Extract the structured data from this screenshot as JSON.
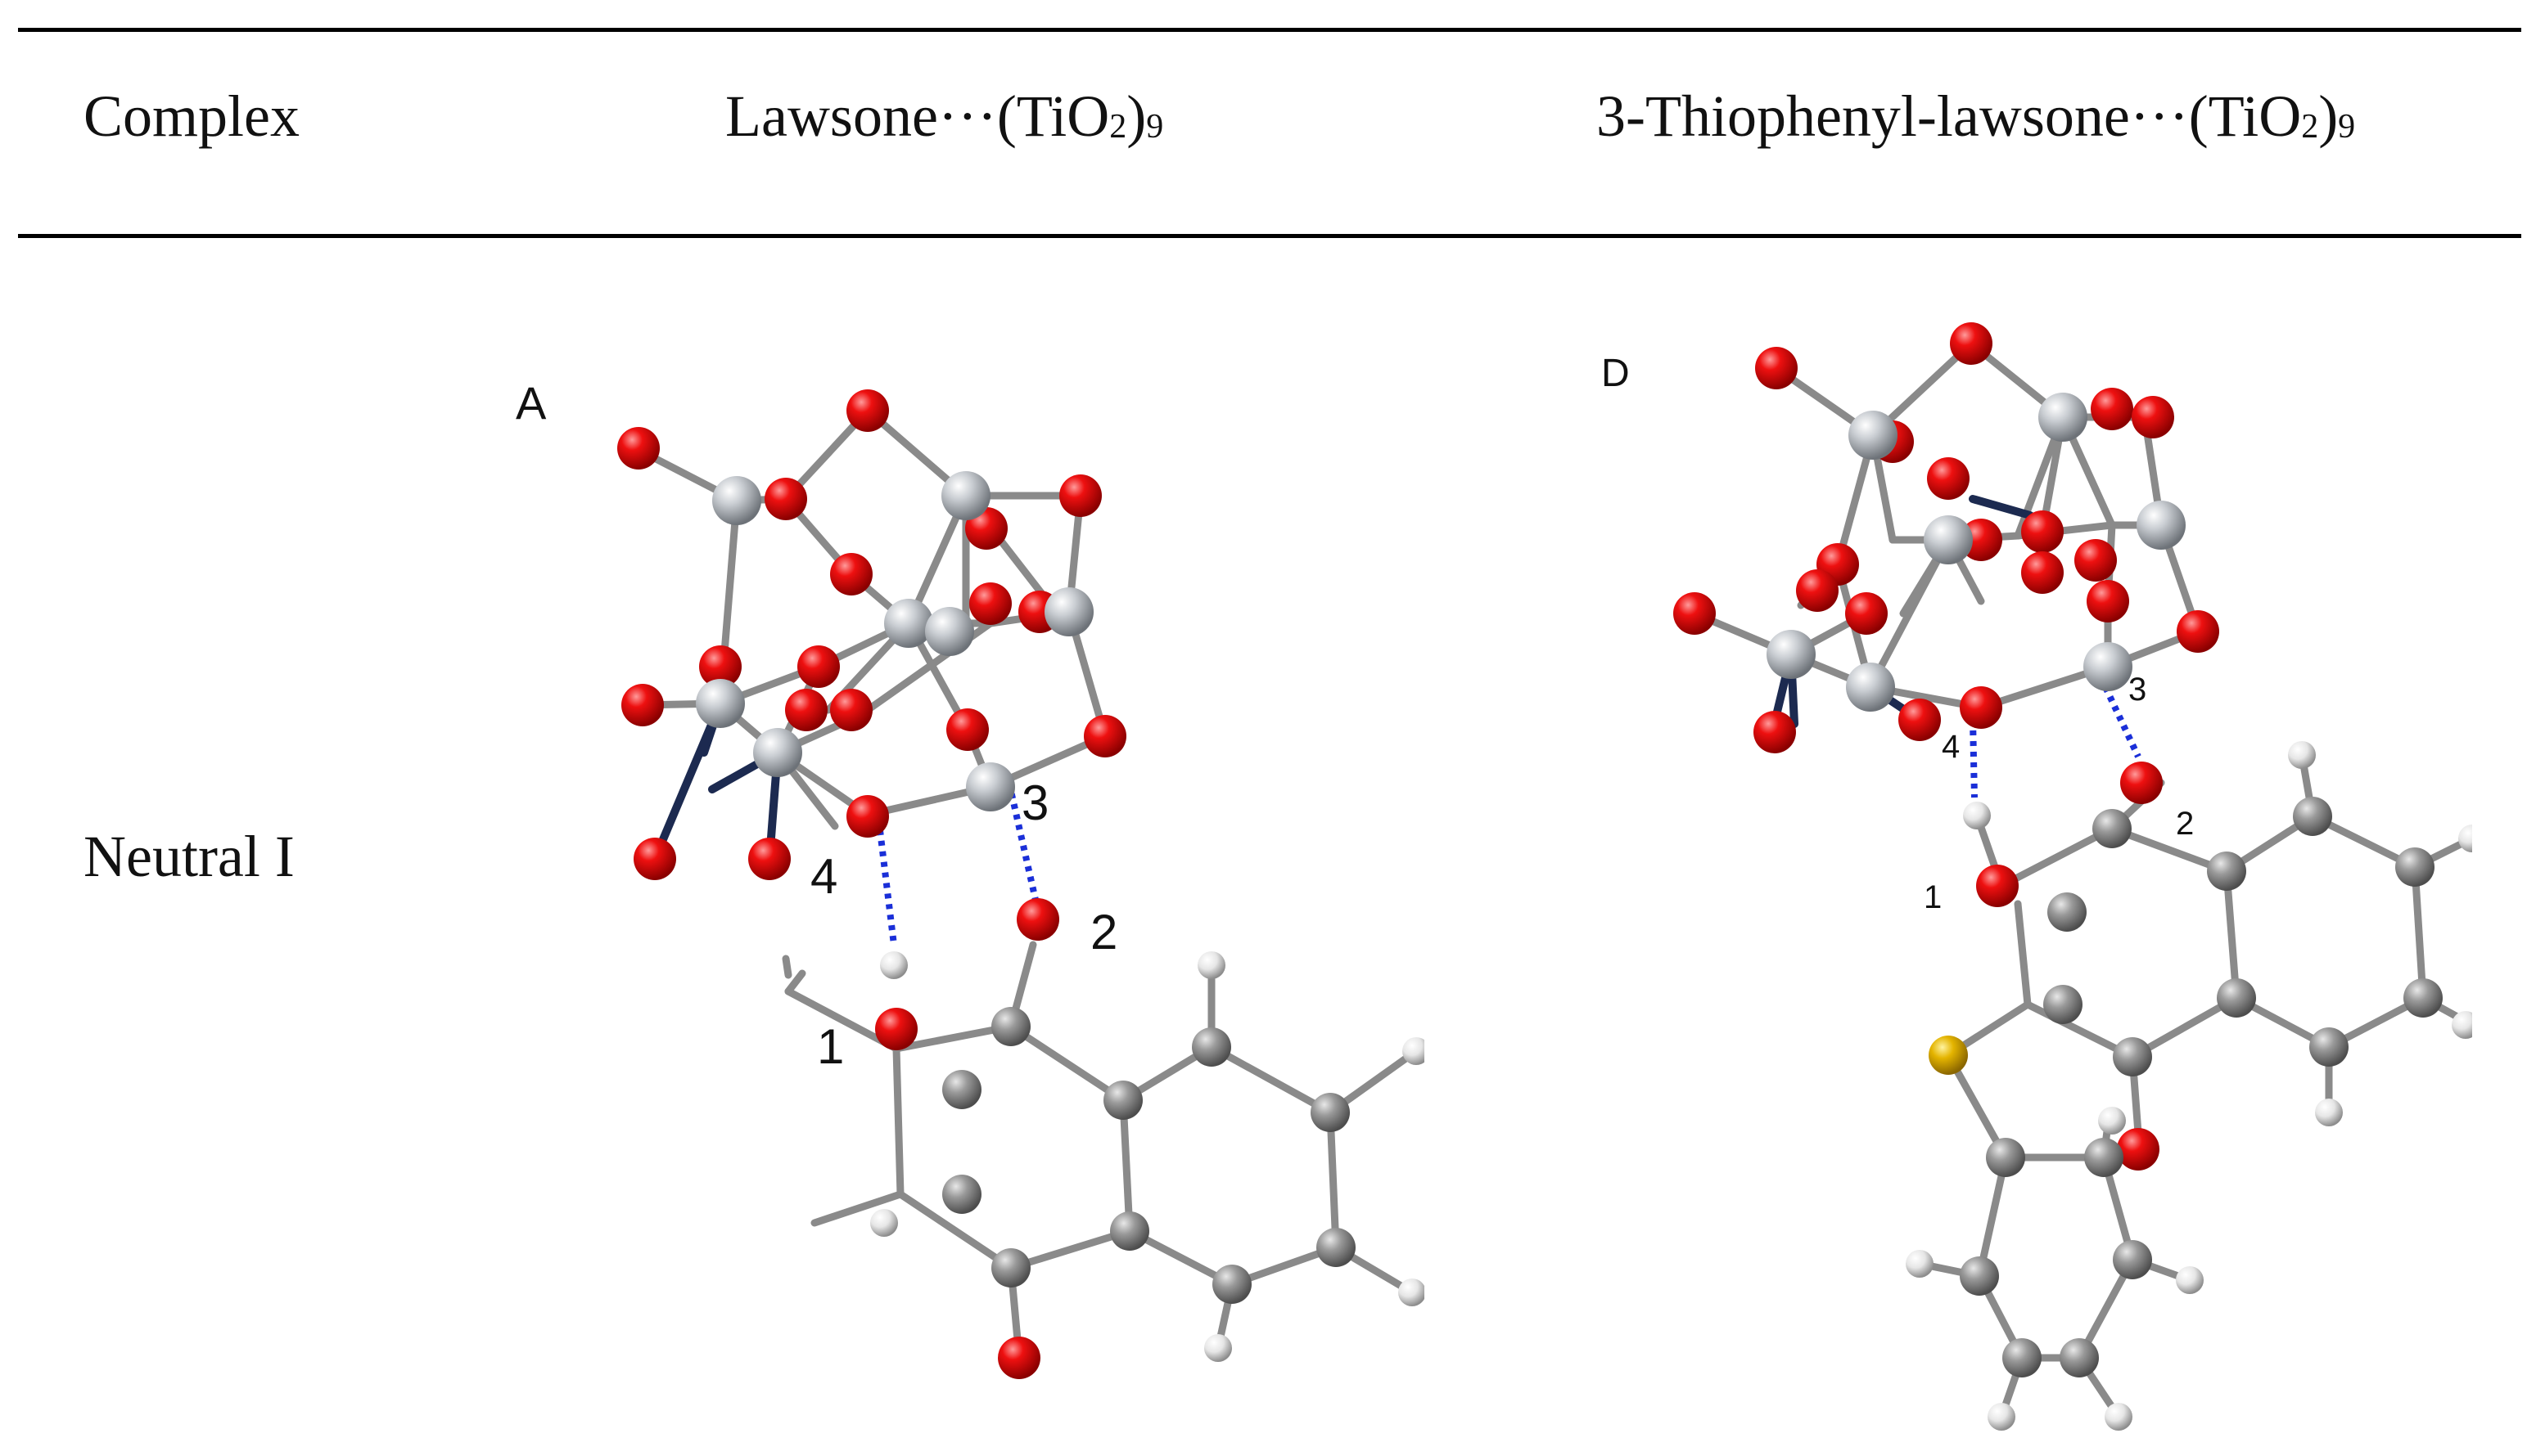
{
  "table": {
    "header": {
      "col1": "Complex",
      "col2": {
        "prefix": "Lawsone···(TiO",
        "sub1": "2",
        "close": ")",
        "sub2": "9"
      },
      "col3": {
        "prefix": "3-Thiophenyl-lawsone···(TiO",
        "sub1": "2",
        "close": ")",
        "sub2": "9"
      }
    },
    "rows": [
      {
        "label": "Neutral I"
      }
    ]
  },
  "figures": {
    "A": {
      "panel_label": "A",
      "interaction_labels": [
        "1",
        "2",
        "3",
        "4"
      ]
    },
    "D": {
      "panel_label": "D",
      "interaction_labels": [
        "1",
        "2",
        "3",
        "4"
      ]
    }
  },
  "colors": {
    "oxygen": "#e00000",
    "titanium": "#c9cdd2",
    "carbon": "#8c8c8c",
    "hydrogen": "#e9e9e9",
    "sulfur": "#e0b000",
    "hbond": "#1a2fd8"
  }
}
